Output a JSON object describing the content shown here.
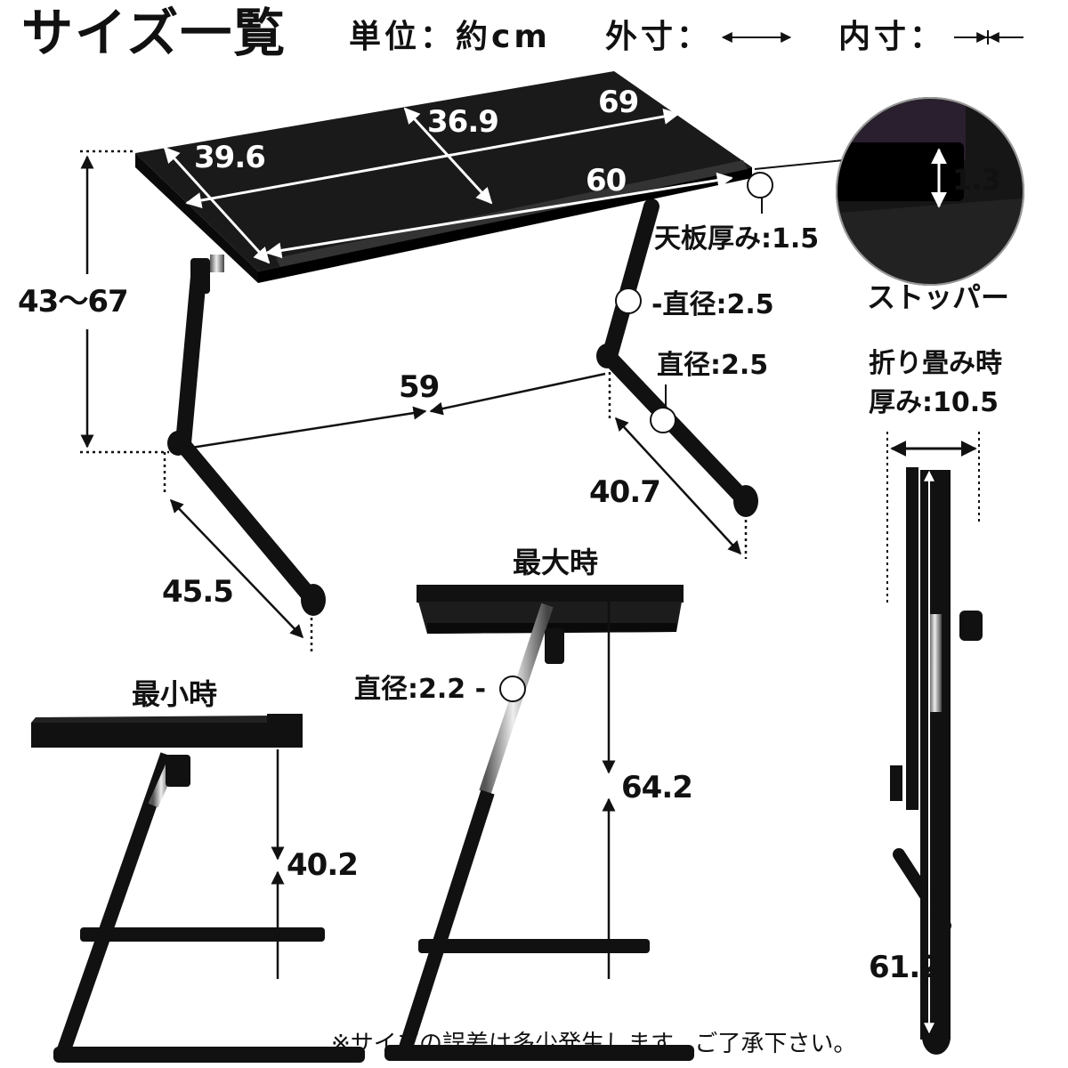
{
  "title": "サイズ一覧",
  "legend": {
    "unit": "単位：約cm",
    "outer": "外寸：",
    "inner": "内寸："
  },
  "top_view": {
    "width": "69",
    "width_inner": "60",
    "depth": "36.9",
    "depth_diagonal": "39.6",
    "height_range": "43〜67",
    "leg_span": "59",
    "leg_depth_right": "40.7",
    "leg_depth_left": "45.5",
    "board_thickness": "天板厚み:1.5",
    "pipe_upper": "-直径:2.5",
    "pipe_lower": "直径:2.5"
  },
  "stopper": {
    "height": "1.3",
    "label": "ストッパー"
  },
  "folded": {
    "label_line1": "折り畳み時",
    "label_line2": "厚み:10.5",
    "height": "61.2"
  },
  "min_view": {
    "label": "最小時",
    "height": "40.2"
  },
  "max_view": {
    "label": "最大時",
    "height": "64.2",
    "pipe": "直径:2.2 -"
  },
  "footnote": "※サイズの誤差は多少発生します。ご了承下さい。"
}
